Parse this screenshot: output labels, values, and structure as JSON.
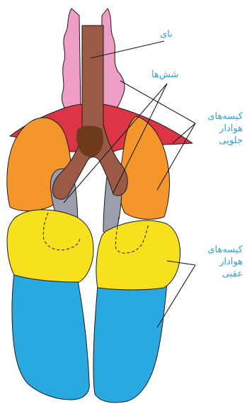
{
  "labels": {
    "trachea": "نای",
    "lungs": "شش‌ها",
    "anterior_air_sacs": [
      "کیسه‌های",
      "هوادار",
      "جلویی"
    ],
    "posterior_air_sacs": [
      "کیسه‌های",
      "هوادار",
      "عقبی"
    ]
  },
  "colors": {
    "trachea": "#9b5a45",
    "trachea_dark": "#6d3a1e",
    "cervical_sacs": "#ee9ec6",
    "interclavicular_sac": "#dc3545",
    "anterior_thoracic_sacs": "#f5962d",
    "lungs": "#9a9fab",
    "posterior_thoracic_sacs": "#f7e01d",
    "abdominal_sacs": "#2aa9e0",
    "label_text": "#29a3dc",
    "outline": "#1a1a1a"
  }
}
